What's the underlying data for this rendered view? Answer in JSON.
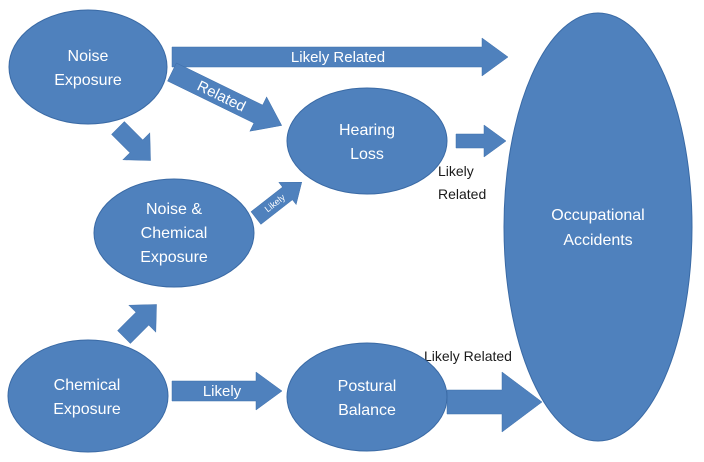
{
  "nodes": {
    "noise_exposure": [
      "Noise",
      "Exposure"
    ],
    "noise_chemical": [
      "Noise &",
      "Chemical",
      "Exposure"
    ],
    "chemical_exposure": [
      "Chemical",
      "Exposure"
    ],
    "hearing_loss": [
      "Hearing",
      "Loss"
    ],
    "postural_balance": [
      "Postural",
      "Balance"
    ],
    "occupational_accidents": [
      "Occupational",
      "Accidents"
    ]
  },
  "edges": {
    "noise_to_accidents": "Likely Related",
    "noise_to_hearing": "Related",
    "combined_to_hearing": "Likely",
    "hearing_to_accidents": [
      "Likely",
      "Related"
    ],
    "chemical_to_postural": "Likely",
    "postural_to_accidents": "Likely Related"
  },
  "colors": {
    "node_fill": "#4f81bd",
    "node_text": "#ffffff",
    "outside_text": "#1a1a1a"
  }
}
